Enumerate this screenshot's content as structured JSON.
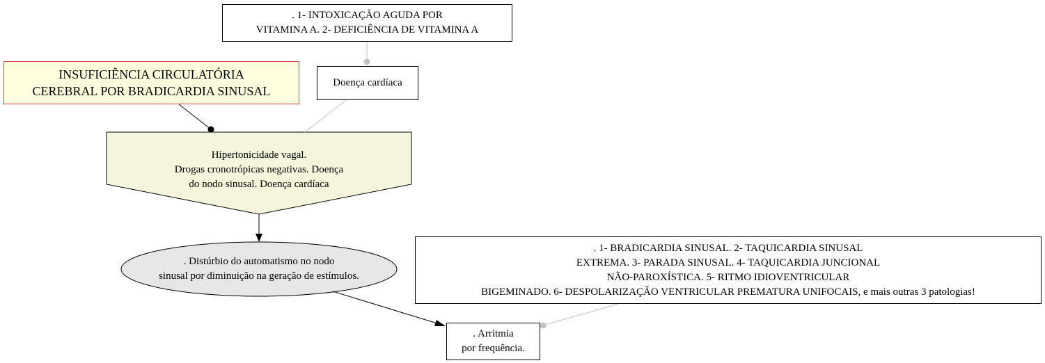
{
  "nodes": {
    "vitamina": {
      "lines": [
        ". 1- INTOXICAÇÃO AGUDA POR",
        "VITAMINA A. 2- DEFICIÊNCIA DE VITAMINA A"
      ]
    },
    "doenca_cardiaca": {
      "lines": [
        "Doença cardíaca"
      ]
    },
    "insuficiencia": {
      "lines": [
        "INSUFICIÊNCIA CIRCULATÓRIA",
        "CEREBRAL POR BRADICARDIA SINUSAL"
      ]
    },
    "causas": {
      "lines": [
        "Hipertonicidade vagal.",
        "Drogas cronotrópicas negativas. Doença",
        "do nodo sinusal. Doença cardíaca"
      ]
    },
    "disturbio": {
      "lines": [
        ". Distúrbio do automatismo no nodo",
        "sinusal por diminuição na geração de estímulos."
      ]
    },
    "arritmias_lista": {
      "lines": [
        ". 1- BRADICARDIA SINUSAL. 2- TAQUICARDIA SINUSAL",
        "EXTREMA. 3- PARADA SINUSAL. 4- TAQUICARDIA JUNCIONAL",
        "NÃO-PAROXÍSTICA. 5- RITMO IDIOVENTRICULAR",
        "BIGEMINADO. 6- DESPOLARIZAÇÃO VENTRICULAR PREMATURA UNIFOCAIS, e mais outras 3 patologias!"
      ]
    },
    "arritmia": {
      "lines": [
        ". Arritmia",
        "por frequência."
      ]
    }
  },
  "colors": {
    "edge_dark": "#000000",
    "edge_light": "#c0c0c0",
    "red_border": "#d04040",
    "red_fill": "#ffffe0",
    "pentagon_fill": "#f5f5dc",
    "ellipse_fill": "#e6e6e6"
  }
}
